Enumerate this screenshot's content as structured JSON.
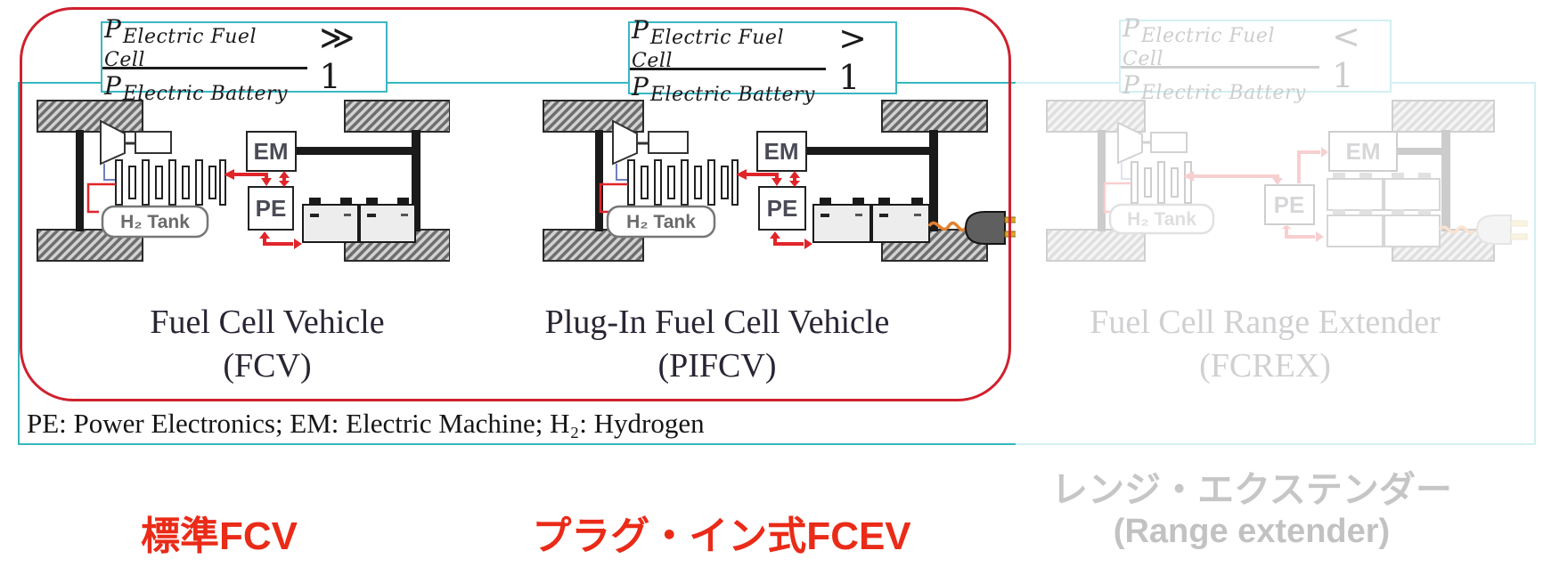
{
  "formula_boxes": [
    {
      "numerator": {
        "p": "P",
        "sub": "Electric Fuel Cell"
      },
      "denominator": {
        "p": "P",
        "sub": "Electric Battery"
      },
      "relation": "≫ 1"
    },
    {
      "numerator": {
        "p": "P",
        "sub": "Electric Fuel Cell"
      },
      "denominator": {
        "p": "P",
        "sub": "Electric Battery"
      },
      "relation": "> 1"
    },
    {
      "numerator": {
        "p": "P",
        "sub": "Electric Fuel Cell"
      },
      "denominator": {
        "p": "P",
        "sub": "Electric Battery"
      },
      "relation": "< 1"
    }
  ],
  "vehicles": [
    {
      "title": "Fuel Cell Vehicle",
      "abbr": "(FCV)",
      "em_label": "EM",
      "pe_label": "PE",
      "tank_label": "H₂ Tank"
    },
    {
      "title": "Plug-In Fuel Cell Vehicle",
      "abbr": "(PIFCV)",
      "em_label": "EM",
      "pe_label": "PE",
      "tank_label": "H₂ Tank"
    },
    {
      "title": "Fuel Cell Range Extender",
      "abbr": "(FCREX)",
      "em_label": "EM",
      "pe_label": "PE",
      "tank_label": "H₂ Tank"
    }
  ],
  "legend": "PE: Power Electronics; EM: Electric Machine; H₂: Hydrogen",
  "bottom_labels": {
    "fcv": "標準FCV",
    "pifcv": "プラグ・イン式FCEV",
    "fcrex_line1": "レンジ・エクステンダー",
    "fcrex_line2": "(Range extender)"
  },
  "colors": {
    "highlight_border": "#d0202e",
    "frame_border": "#35b7bd",
    "arrow_red": "#e0252a",
    "label_red": "#ea2b18",
    "faded_gray": "#c6c6c6"
  }
}
